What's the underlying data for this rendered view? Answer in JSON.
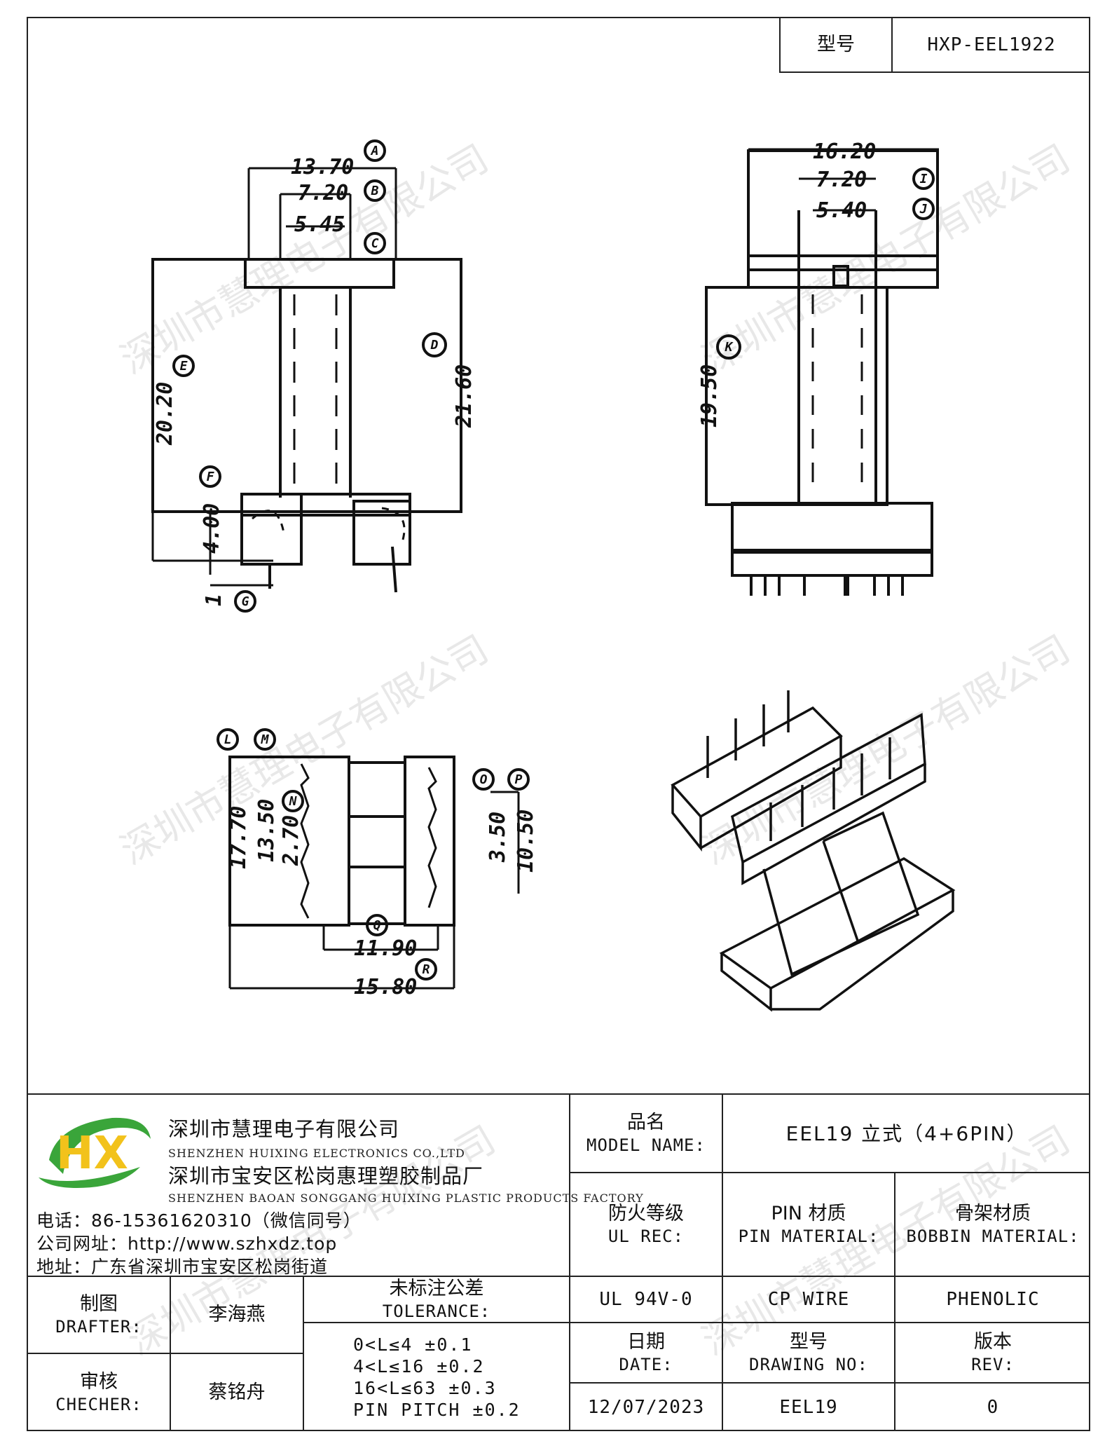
{
  "header": {
    "model_label": "型号",
    "model_value": "HXP-EEL1922"
  },
  "watermark_text": "深圳市慧理电子有限公司",
  "dimensions": {
    "front": {
      "A": "13.70",
      "B": "7.20",
      "C": "5.45",
      "D": "21.60",
      "E": "20.20",
      "F": "4.00",
      "G": "1",
      "label_A": "A",
      "label_B": "B",
      "label_C": "C",
      "label_D": "D",
      "label_E": "E",
      "label_F": "F",
      "label_G": "G"
    },
    "side": {
      "H": "16.20",
      "I": "7.20",
      "J": "5.40",
      "K": "19.50",
      "label_I": "I",
      "label_J": "J",
      "label_K": "K"
    },
    "bottom": {
      "L": "17.70",
      "M": "13.50",
      "N": "2.70",
      "O": "3.50",
      "P": "10.50",
      "Q": "11.90",
      "R": "15.80",
      "label_L": "L",
      "label_M": "M",
      "label_N": "N",
      "label_O": "O",
      "label_P": "P",
      "label_Q": "Q",
      "label_R": "R"
    }
  },
  "company": {
    "logo_text": "HX",
    "name_cn": "深圳市慧理电子有限公司",
    "name_en": "SHENZHEN HUIXING ELECTRONICS CO.,LTD",
    "factory_cn": "深圳市宝安区松岗惠理塑胶制品厂",
    "factory_en": "SHENZHEN BAOAN SONGGANG HUIXING PLASTIC PRODUCTS FACTORY",
    "phone": "电话：86-15361620310（微信同号）",
    "website": "公司网址：http://www.szhxdz.top",
    "address": "地址：广东省深圳市宝安区松岗街道"
  },
  "title_block": {
    "model_name_cn": "品名",
    "model_name_en": "MODEL NAME:",
    "model_name_value": "EEL19 立式（4+6PIN）",
    "ul_rec_cn": "防火等级",
    "ul_rec_en": "UL REC:",
    "pin_material_cn": "PIN 材质",
    "pin_material_en": "PIN MATERIAL:",
    "bobbin_material_cn": "骨架材质",
    "bobbin_material_en": "BOBBIN MATERIAL:",
    "ul_value": "UL 94V-0",
    "pin_value": "CP WIRE",
    "bobbin_value": "PHENOLIC",
    "drafter_cn": "制图",
    "drafter_en": "DRAFTER:",
    "drafter_value": "李海燕",
    "checker_cn": "审核",
    "checker_en": "CHECHER:",
    "checker_value": "蔡铭舟",
    "tolerance_cn": "未标注公差",
    "tolerance_en": "TOLERANCE:",
    "tolerance_lines": [
      "0<L≤4  ±0.1",
      "4<L≤16 ±0.2",
      "16<L≤63 ±0.3",
      "PIN PITCH ±0.2"
    ],
    "date_cn": "日期",
    "date_en": "DATE:",
    "date_value": "12/07/2023",
    "drawing_no_cn": "型号",
    "drawing_no_en": "DRAWING NO:",
    "drawing_no_value": "EEL19",
    "rev_cn": "版本",
    "rev_en": "REV:",
    "rev_value": "0"
  },
  "colors": {
    "logo_green": "#3aa53a",
    "logo_yellow": "#f2c21b",
    "ink": "#111111"
  }
}
